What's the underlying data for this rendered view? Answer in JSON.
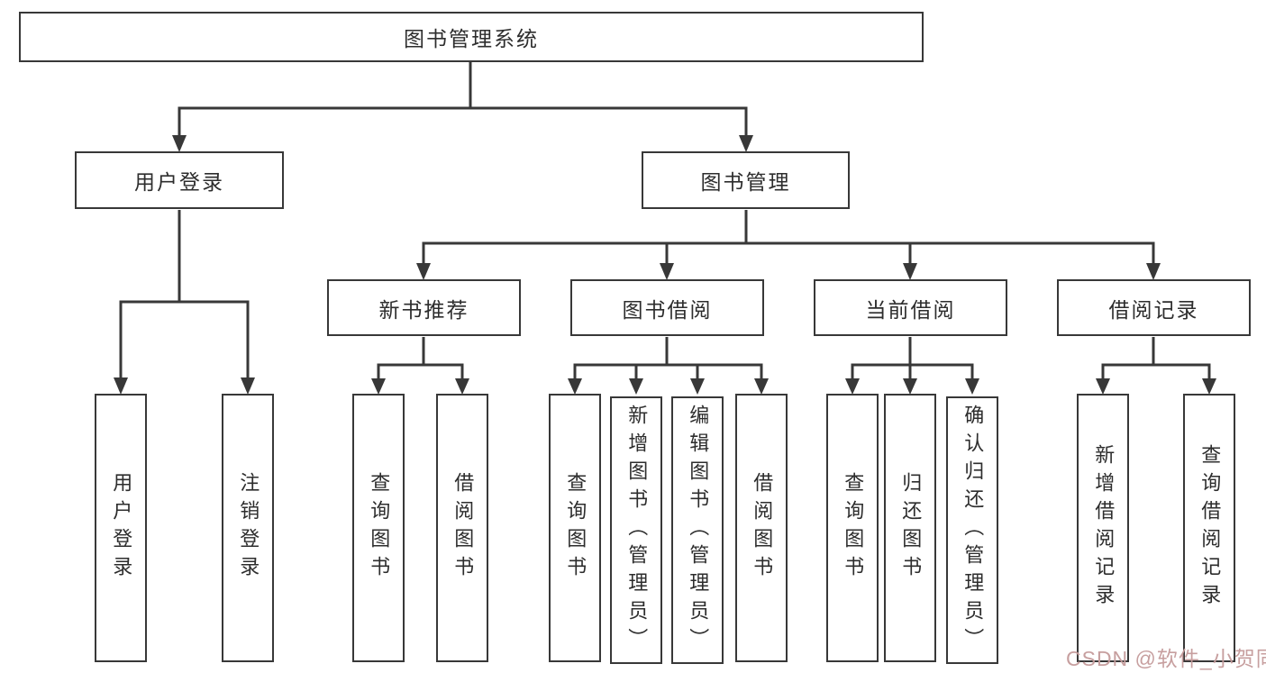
{
  "diagram": {
    "root": {
      "label": "图书管理系统"
    },
    "level2": {
      "user_login": {
        "label": "用户登录"
      },
      "book_management": {
        "label": "图书管理"
      }
    },
    "level3": {
      "new_book_recommend": {
        "label": "新书推荐"
      },
      "book_borrowing": {
        "label": "图书借阅"
      },
      "current_borrowing": {
        "label": "当前借阅"
      },
      "borrowing_records": {
        "label": "借阅记录"
      }
    },
    "leaves": {
      "user_login_leaf": {
        "label": "用户登录"
      },
      "logout": {
        "label": "注销登录"
      },
      "nbr_query_books": {
        "label": "查询图书"
      },
      "nbr_borrow_books": {
        "label": "借阅图书"
      },
      "bb_query_books": {
        "label": "查询图书"
      },
      "bb_add_books": {
        "label": "新增图书（管理员）"
      },
      "bb_edit_books": {
        "label": "编辑图书（管理员）"
      },
      "bb_borrow_books": {
        "label": "借阅图书"
      },
      "cb_query_books": {
        "label": "查询图书"
      },
      "cb_return_books": {
        "label": "归还图书"
      },
      "cb_confirm_return": {
        "label": "确认归还（管理员）"
      },
      "br_add_record": {
        "label": "新增借阅记录"
      },
      "br_query_record": {
        "label": "查询借阅记录"
      }
    },
    "watermark": "CSDN @软件_小贺同学",
    "colors": {
      "line": "#383838",
      "text": "#2d2d2d",
      "watermark": "#c49a9a",
      "background": "#ffffff"
    }
  }
}
